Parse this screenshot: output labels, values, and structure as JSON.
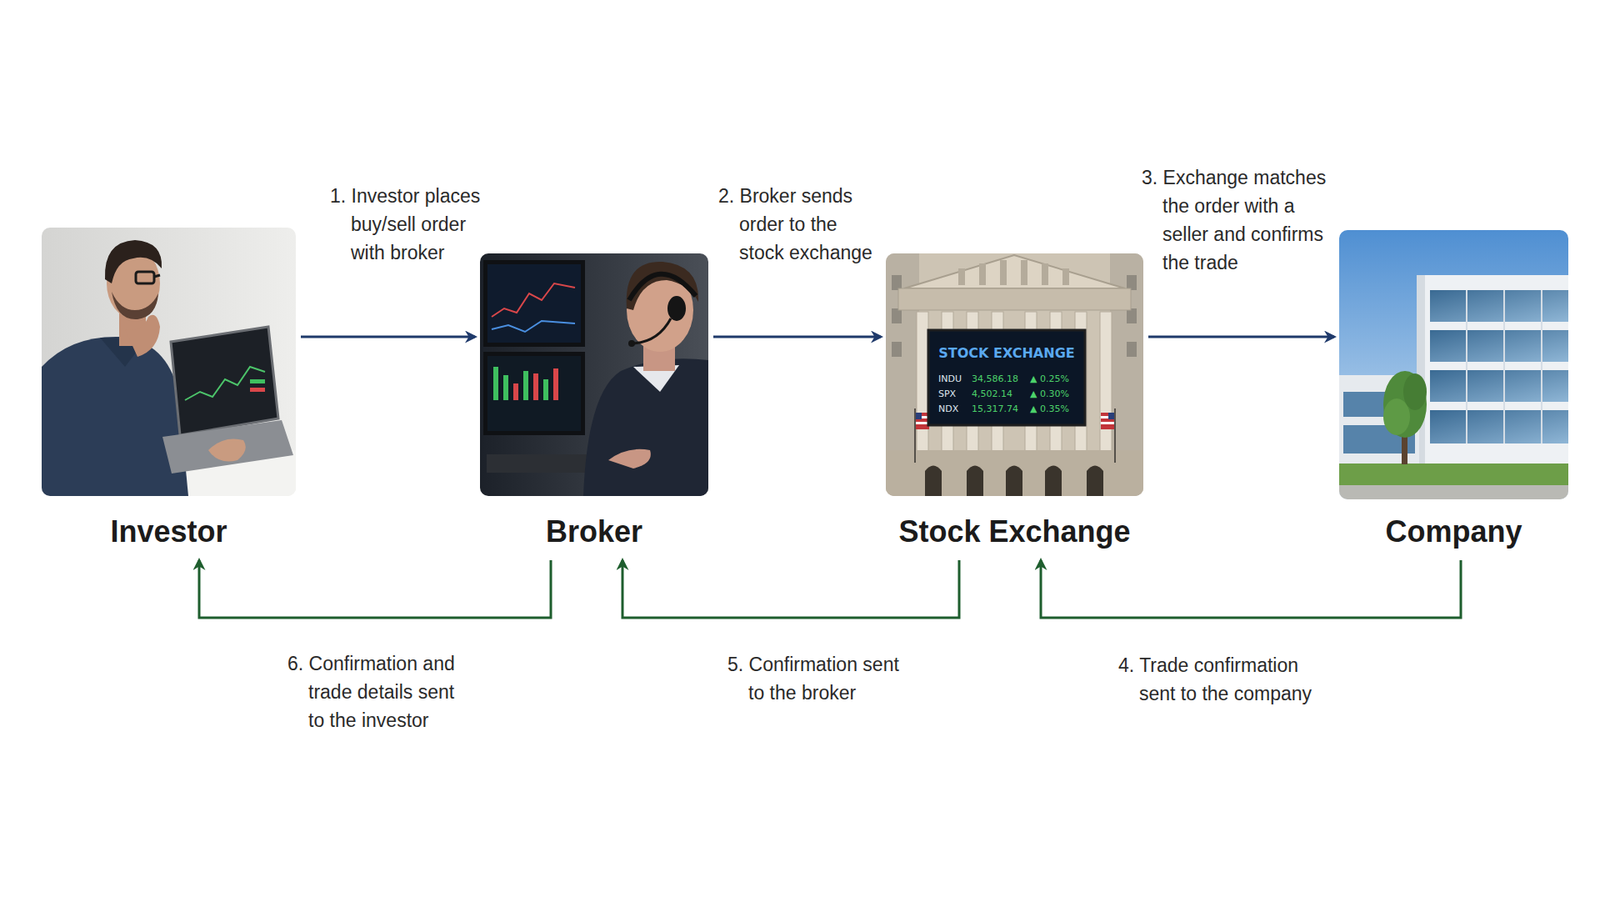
{
  "diagram": {
    "nodes": [
      {
        "text": [
          "Investor"
        ]
      },
      {
        "text": [
          "Broker"
        ]
      },
      {
        "text": [
          "Stock Exchange"
        ]
      },
      {
        "text": [
          "Company"
        ]
      }
    ],
    "edges": [
      {
        "from": 0,
        "to": 1,
        "arrow": "to",
        "label": "1. Investor places buy/sell order with broker"
      },
      {
        "from": 1,
        "to": 2,
        "arrow": "to",
        "label": "2. Broker sends order to the stock exchange"
      },
      {
        "from": 2,
        "to": 3,
        "arrow": "to",
        "label": "3. Exchange matches the order with a seller and confirms the trade"
      },
      {
        "from": 3,
        "to": 2,
        "arrow": "to",
        "label": "4. Trade confirmation sent to the company"
      },
      {
        "from": 2,
        "to": 1,
        "arrow": "to",
        "label": "5. Confirmation sent to the broker"
      },
      {
        "from": 1,
        "to": 0,
        "arrow": "to",
        "label": "6. Confirmation and trade details sent to the investor"
      }
    ],
    "labels": [
      "STOCK EXCHANGE",
      "INDU",
      "34,586.18",
      "▲ 0.25%",
      "SPX",
      "4,502.14",
      "▲ 0.30%",
      "NDX",
      "15,317.74",
      "▲ 0.35%"
    ]
  }
}
